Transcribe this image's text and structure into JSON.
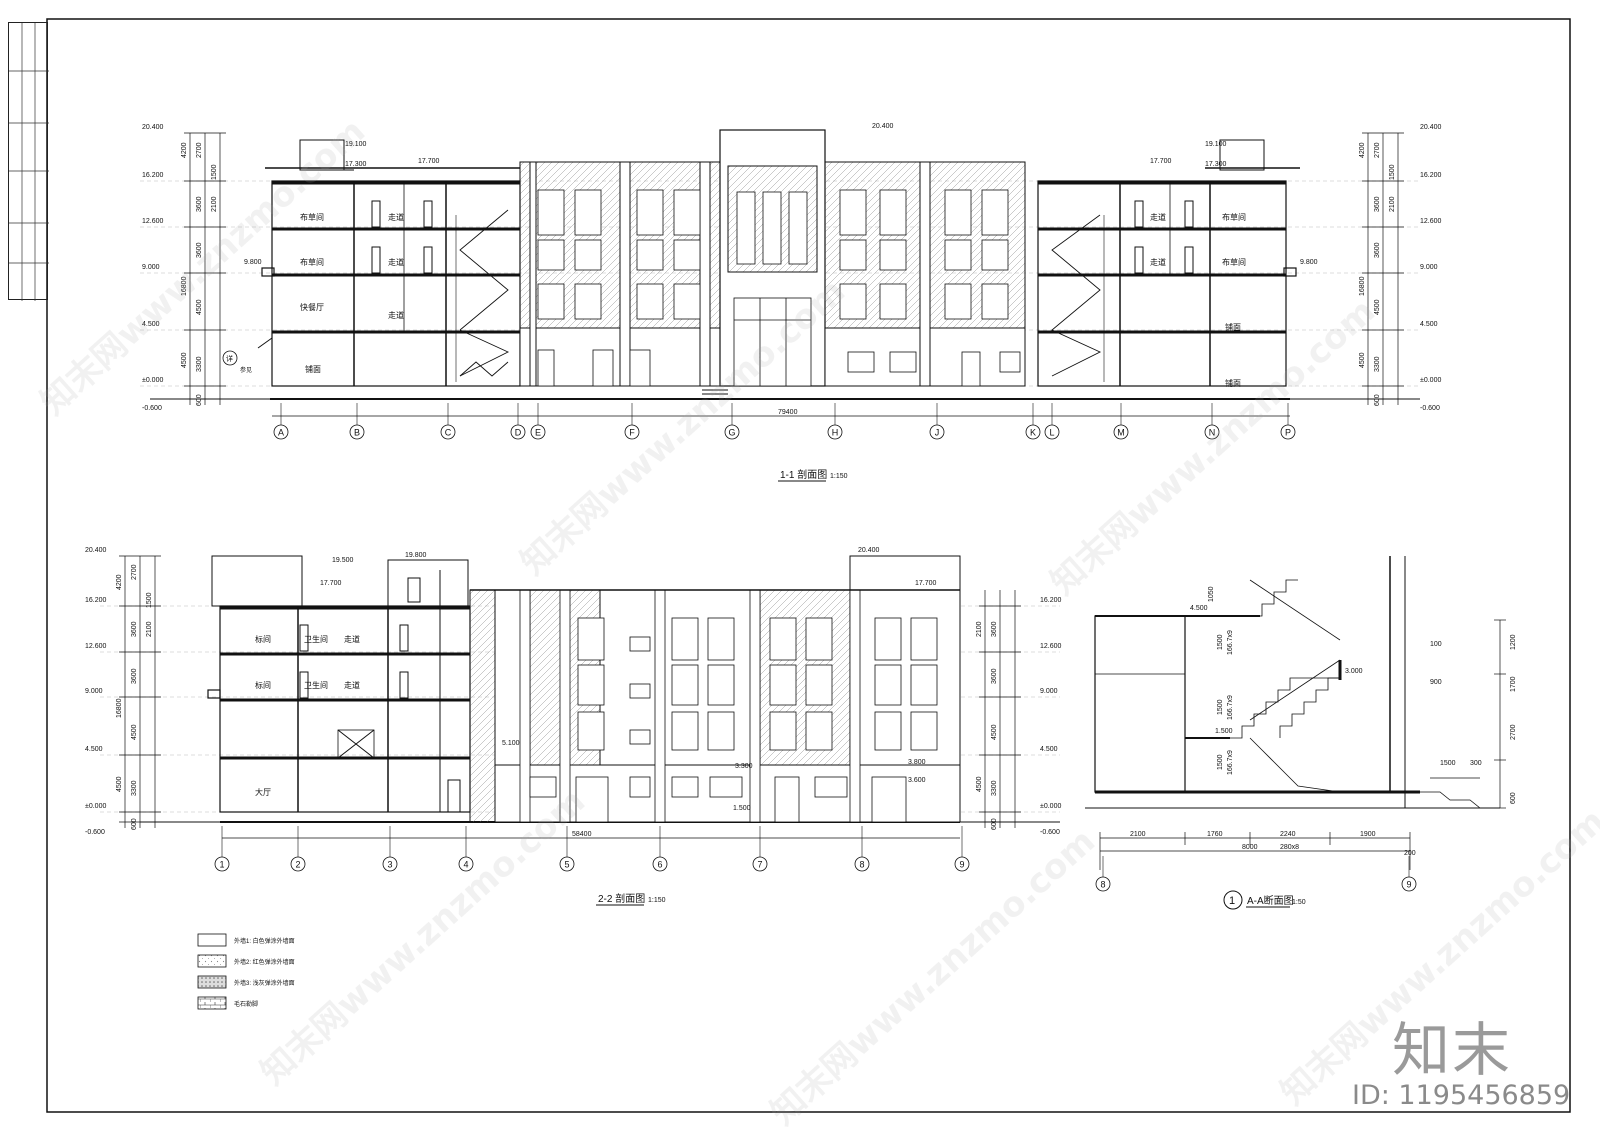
{
  "sheet": {
    "brand_logo": "知末",
    "image_id": "ID: 1195456859",
    "watermark": "知末网www.znzmo.com",
    "colors": {
      "line": "#111111",
      "hatch": "#9a9a9a",
      "brand": "#9a9a9a"
    }
  },
  "section_1_1": {
    "title": "1-1 剖面图",
    "scale": "1:150",
    "total_width": "79400",
    "axes": [
      "A",
      "B",
      "C",
      "D",
      "E",
      "F",
      "G",
      "H",
      "J",
      "K",
      "L",
      "M",
      "N",
      "P"
    ],
    "levels_left": [
      "20.400",
      "16.200",
      "12.600",
      "9.000",
      "4.500",
      "±0.000",
      "-0.600"
    ],
    "levels_right": [
      "20.400",
      "16.200",
      "12.600",
      "9.000",
      "4.500",
      "±0.000",
      "-0.600"
    ],
    "roof_levels": [
      "19.100",
      "17.300",
      "17.700",
      "20.400",
      "17.700",
      "17.300",
      "19.100"
    ],
    "eave_levels": [
      "9.800",
      "9.800"
    ],
    "dims_left": [
      "2700",
      "4200",
      "1500",
      "3600",
      "2100",
      "3600",
      "16800",
      "4500",
      "4500",
      "3300",
      "600"
    ],
    "dims_right": [
      "2700",
      "4200",
      "1500",
      "3600",
      "2100",
      "3600",
      "16800",
      "4500",
      "4500",
      "3300",
      "600"
    ],
    "room_labels_left": [
      "布草间",
      "走道",
      "布草间",
      "走道",
      "快餐厅",
      "走道",
      "铺面"
    ],
    "room_labels_right": [
      "走道",
      "布草间",
      "走道",
      "布草间",
      "铺面",
      "铺面"
    ],
    "detail_callout": "详",
    "detail_note": "参见"
  },
  "section_2_2": {
    "title": "2-2 剖面图",
    "scale": "1:150",
    "total_width": "58400",
    "axes": [
      "1",
      "2",
      "3",
      "4",
      "5",
      "6",
      "7",
      "8",
      "9"
    ],
    "levels_left": [
      "20.400",
      "16.200",
      "12.600",
      "9.000",
      "4.500",
      "±0.000",
      "-0.600"
    ],
    "levels_right": [
      "16.200",
      "12.600",
      "9.000",
      "4.500",
      "±0.000",
      "-0.600"
    ],
    "roof_levels": [
      "19.500",
      "19.800",
      "17.700",
      "20.400",
      "17.700"
    ],
    "mid_levels": [
      "5.100",
      "3.300",
      "3.800",
      "3.600",
      "1.500"
    ],
    "dims_left": [
      "2700",
      "4200",
      "1500",
      "3600",
      "2100",
      "3600",
      "16800",
      "4500",
      "4500",
      "3300",
      "600"
    ],
    "dims_right": [
      "3600",
      "2100",
      "3600",
      "4500",
      "4500",
      "3300",
      "600"
    ],
    "room_labels": [
      "标间",
      "卫生间",
      "走道",
      "标间",
      "卫生间",
      "走道",
      "大厅"
    ]
  },
  "section_a_a": {
    "number": "1",
    "title": "A-A断面图",
    "scale": "1:50",
    "axes": [
      "8",
      "9"
    ],
    "levels": [
      "4.500",
      "3.000",
      "1.500"
    ],
    "bottom_dims": [
      "2100",
      "1760",
      "2240",
      "1900"
    ],
    "total": "8000",
    "tread_note": "280x8",
    "end_dim": "200",
    "stair_rise": [
      "1500",
      "166.7x9"
    ],
    "side_dims": [
      "1050",
      "1200",
      "1700",
      "2700",
      "600",
      "900",
      "1500",
      "300",
      "100"
    ]
  },
  "legend": {
    "items": [
      {
        "label": "外墙1: 白色弹涂外墙面",
        "pattern": "blank"
      },
      {
        "label": "外墙2: 红色弹涂外墙面",
        "pattern": "dots"
      },
      {
        "label": "外墙3: 浅灰弹涂外墙面",
        "pattern": "dense"
      },
      {
        "label": "毛石勒脚",
        "pattern": "brick"
      }
    ]
  }
}
